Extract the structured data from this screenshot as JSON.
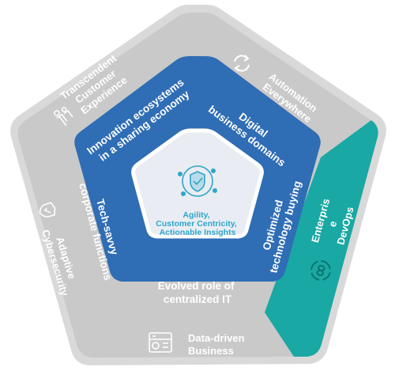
{
  "core": {
    "icon": "shield-network-icon",
    "lines": [
      "Agility,",
      "Customer Centricity,",
      "Actionable Insights"
    ]
  },
  "middle_ring": {
    "segments": [
      {
        "lines": [
          "Innovation ecosystems",
          "in a sharing economy"
        ]
      },
      {
        "lines": [
          "Digital",
          "business domains"
        ]
      },
      {
        "lines": [
          "Optimized",
          "technology buying"
        ]
      },
      {
        "lines": [
          "Evolved role of",
          "centralized IT"
        ]
      },
      {
        "lines": [
          "Tech-savvy",
          "corporate functions"
        ]
      }
    ]
  },
  "outer_ring": {
    "segments": [
      {
        "icon": "people-icon",
        "lines": [
          "Transcendent",
          "Customer",
          "Experience"
        ]
      },
      {
        "icon": "cycle-arrows-icon",
        "lines": [
          "Automation",
          "Everywhere"
        ]
      },
      {
        "icon": "infinity-loop-icon",
        "lines": [
          "Enterpris",
          "e",
          "DevOps"
        ],
        "highlighted": true
      },
      {
        "icon": "data-dashboard-icon",
        "lines": [
          "Data-driven",
          "Business"
        ]
      },
      {
        "icon": "security-shield-icon",
        "lines": [
          "Adaptive",
          "Cybersecurity"
        ]
      }
    ]
  },
  "colors": {
    "outer_gray": "#c9c9c9",
    "outer_border": "#d9d9d9",
    "highlight_teal": "#19a8a3",
    "middle_blue": "#2f6db5",
    "core_fill": "#e9edf3",
    "core_text": "#2ea6c9"
  }
}
